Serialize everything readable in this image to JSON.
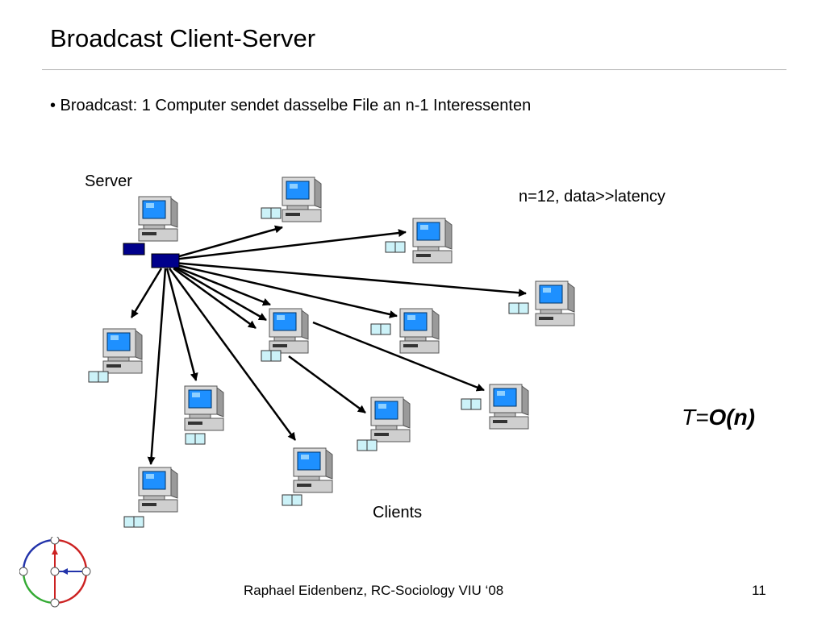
{
  "slide": {
    "title": "Broadcast Client-Server",
    "bullet": "• Broadcast: 1 Computer sendet dasselbe File an n-1 Interessenten",
    "server_label": "Server",
    "params": "n=12, data>>latency",
    "clients_label": "Clients",
    "formula": {
      "var": "T=",
      "big_o": "O(n)"
    },
    "footer": "Raphael Eidenbenz, RC-Sociology VIU ‘08",
    "page_number": "11"
  },
  "colors": {
    "packet_server": "#00008b",
    "packet_client": "#ccf2f8",
    "screen": "#1e90ff",
    "computer_body": "#d4d4d4",
    "logo_red": "#cc2222",
    "logo_blue": "#2233aa",
    "logo_green": "#33aa33"
  },
  "icons": [
    "computer-icon",
    "data-packet-icon",
    "network-logo-icon"
  ]
}
